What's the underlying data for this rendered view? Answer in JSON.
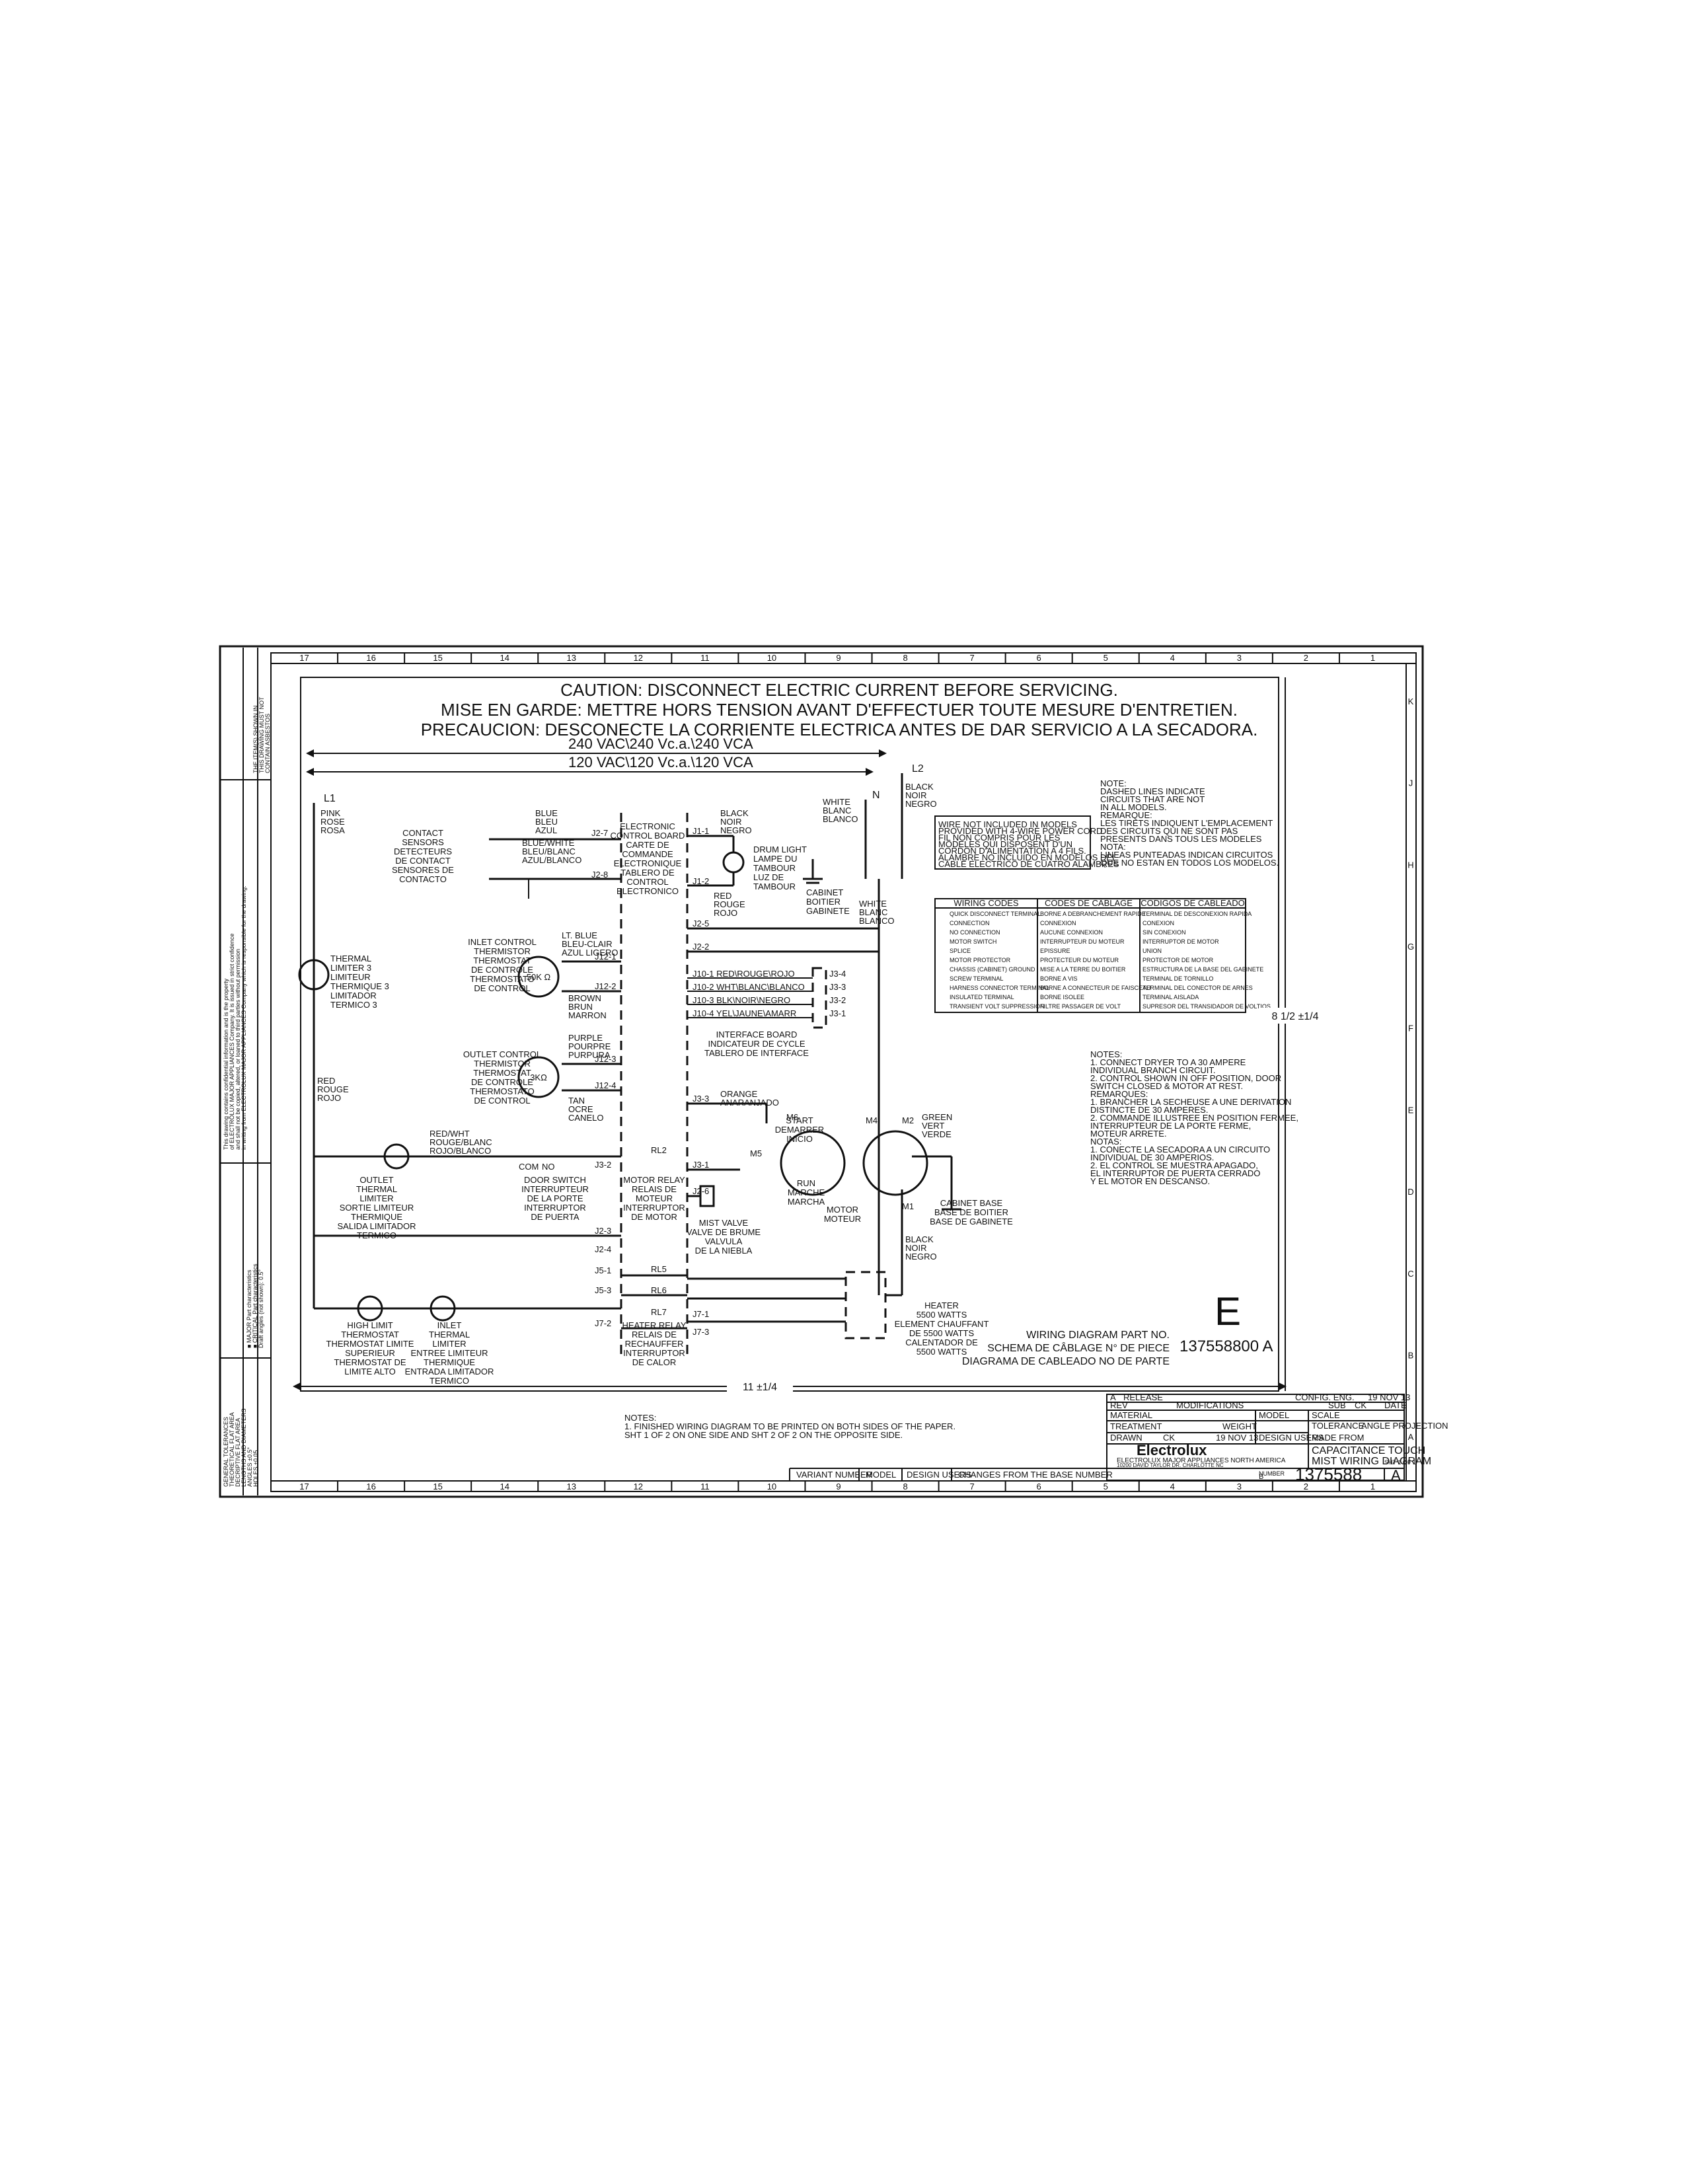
{
  "frame": {
    "top_zones": [
      "17",
      "16",
      "15",
      "14",
      "13",
      "12",
      "11",
      "10",
      "9",
      "8",
      "7",
      "6",
      "5",
      "4",
      "3",
      "2",
      "1"
    ],
    "side_zones": [
      "K",
      "J",
      "H",
      "G",
      "F",
      "E",
      "D",
      "C",
      "B",
      "A"
    ]
  },
  "caution": {
    "en": "CAUTION: DISCONNECT ELECTRIC CURRENT BEFORE SERVICING.",
    "fr": "MISE EN GARDE: METTRE HORS TENSION AVANT D'EFFECTUER TOUTE MESURE D'ENTRETIEN.",
    "es": "PRECAUCION: DESCONECTE LA CORRIENTE ELECTRICA ANTES DE DAR SERVICIO A LA SECADORA."
  },
  "voltage": {
    "v240": "240 VAC\\240 Vc.a.\\240 VCA",
    "v120": "120 VAC\\120 Vc.a.\\120 VCA"
  },
  "lines": {
    "l1": "L1",
    "l2": "L2",
    "n": "N"
  },
  "wire_colors": {
    "l1": [
      "PINK",
      "ROSE",
      "ROSA"
    ],
    "l2": [
      "BLACK",
      "NOIR",
      "NEGRO"
    ],
    "n": [
      "WHITE",
      "BLANC",
      "BLANCO"
    ],
    "n2": [
      "WHITE",
      "BLANC",
      "BLANCO"
    ],
    "red": [
      "RED",
      "ROUGE",
      "ROJO"
    ],
    "black_j1": [
      "BLACK",
      "NOIR",
      "NEGRO"
    ],
    "red_j1": [
      "RED",
      "ROUGE",
      "ROJO"
    ],
    "blue": [
      "BLUE",
      "BLEU",
      "AZUL"
    ],
    "bluewhite": [
      "BLUE/WHITE",
      "BLEU/BLANC",
      "AZUL/BLANCO"
    ],
    "ltblue": [
      "LT. BLUE",
      "BLEU-CLAIR",
      "AZUL LIGERO"
    ],
    "brown": [
      "BROWN",
      "BRUN",
      "MARRON"
    ],
    "purple": [
      "PURPLE",
      "POURPRE",
      "PURPURA"
    ],
    "tan": [
      "TAN",
      "OCRE",
      "CANELO"
    ],
    "orange": [
      "ORANGE",
      "ANARANJADO"
    ],
    "redwht": [
      "RED/WHT",
      "ROUGE/BLANC",
      "ROJO/BLANCO"
    ],
    "green": [
      "GREEN",
      "VERT",
      "VERDE"
    ],
    "black_m1": [
      "BLACK",
      "NOIR",
      "NEGRO"
    ]
  },
  "components": {
    "contact_sensors": [
      "CONTACT",
      "SENSORS",
      "DETECTEURS",
      "DE CONTACT",
      "SENSORES DE",
      "CONTACTO"
    ],
    "control_board": [
      "ELECTRONIC",
      "CONTROL BOARD",
      "CARTE DE",
      "COMMANDE",
      "ELECTRONIQUE",
      "TABLERO DE",
      "CONTROL",
      "ELECTRONICO"
    ],
    "drum_light": [
      "DRUM LIGHT",
      "LAMPE DU",
      "TAMBOUR",
      "LUZ DE",
      "TAMBOUR"
    ],
    "cabinet": [
      "CABINET",
      "BOITIER",
      "GABINETE"
    ],
    "thermal_limiter": [
      "THERMAL",
      "LIMITER 3",
      "LIMITEUR",
      "THERMIQUE 3",
      "LIMITADOR",
      "TERMICO 3"
    ],
    "inlet_thermistor": [
      "INLET CONTROL",
      "THERMISTOR",
      "THERMOSTAT",
      "DE CONTROLE",
      "THERMOSTATO",
      "DE CONTROL"
    ],
    "outlet_thermistor": [
      "OUTLET CONTROL",
      "THERMISTOR",
      "THERMOSTAT",
      "DE CONTROLE",
      "THERMOSTATO",
      "DE CONTROL"
    ],
    "r50k": "50K Ω",
    "r3k": "3KΩ",
    "interface_board": [
      "INTERFACE BOARD",
      "INDICATEUR DE CYCLE",
      "TABLERO DE INTERFACE"
    ],
    "outlet_limiter": [
      "OUTLET",
      "THERMAL",
      "LIMITER",
      "SORTIE LIMITEUR",
      "THERMIQUE",
      "SALIDA LIMITADOR",
      "TERMICO"
    ],
    "door_switch": [
      "DOOR SWITCH",
      "INTERRUPTEUR",
      "DE LA PORTE",
      "INTERRUPTOR",
      "DE PUERTA"
    ],
    "motor_relay": [
      "MOTOR RELAY",
      "RELAIS DE",
      "MOTEUR",
      "INTERRUPTOR",
      "DE MOTOR"
    ],
    "motor_start": [
      "START",
      "DEMARRER",
      "INICIO"
    ],
    "motor_run": [
      "RUN",
      "MARCHE",
      "MARCHA"
    ],
    "motor": [
      "MOTOR",
      "MOTEUR"
    ],
    "cabinet_base": [
      "CABINET BASE",
      "BASE DE BOITIER",
      "BASE DE GABINETE"
    ],
    "mist_valve": [
      "MIST VALVE",
      "VALVE DE BRUME",
      "VALVULA",
      "DE LA NIEBLA"
    ],
    "high_limit": [
      "HIGH LIMIT",
      "THERMOSTAT",
      "THERMOSTAT LIMITE",
      "SUPERIEUR",
      "THERMOSTAT DE",
      "LIMITE ALTO"
    ],
    "inlet_limiter": [
      "INLET",
      "THERMAL",
      "LIMITER",
      "ENTREE LIMITEUR",
      "THERMIQUE",
      "ENTRADA LIMITADOR",
      "TERMICO"
    ],
    "heater_relay": [
      "HEATER RELAY",
      "RELAIS DE",
      "RECHAUFFER",
      "INTERRUPTOR",
      "DE CALOR"
    ],
    "heater": [
      "HEATER",
      "5500 WATTS",
      "ELEMENT CHAUFFANT",
      "DE 5500 WATTS",
      "CALENTADOR DE",
      "5500 WATTS"
    ],
    "com": "COM",
    "no": "NO"
  },
  "connectors": {
    "j2_7": "J2-7",
    "j2_8": "J2-8",
    "j1_1": "J1-1",
    "j1_2": "J1-2",
    "j2_5": "J2-5",
    "j2_2": "J2-2",
    "j10_1": "J10-1 RED\\ROUGE\\ROJO",
    "j10_2": "J10-2 WHT\\BLANC\\BLANCO",
    "j10_3": "J10-3 BLK\\NOIR\\NEGRO",
    "j10_4": "J10-4 YEL\\JAUNE\\AMARR",
    "j3_4": "J3-4",
    "j3_3b": "J3-3",
    "j3_2b": "J3-2",
    "j3_1b": "J3-1",
    "j12_1": "J12-1",
    "j12_2": "J12-2",
    "j12_3": "J12-3",
    "j12_4": "J12-4",
    "j3_3": "J3-3",
    "j3_2": "J3-2",
    "j3_1": "J3-1",
    "j2_3": "J2-3",
    "j2_4": "J2-4",
    "j2_6": "J2-6",
    "j5_1": "J5-1",
    "j5_3": "J5-3",
    "j7_1": "J7-1",
    "j7_2": "J7-2",
    "j7_3": "J7-3",
    "rl2": "RL2",
    "rl5": "RL5",
    "rl6": "RL6",
    "rl7": "RL7",
    "m1": "M1",
    "m2": "M2",
    "m4": "M4",
    "m5": "M5",
    "m6": "M6"
  },
  "notes": {
    "four_wire": [
      "WIRE NOT INCLUDED IN MODELS",
      "PROVIDED WITH 4-WIRE POWER CORD.",
      "FIL NON COMPRIS POUR LES",
      "MODELES QUI DISPOSENT D'UN",
      "CORDON D'ALIMENTATION A 4 FILS.",
      "ALAMBRE NO INCLUIDO EN MODELOS DEL",
      "CABLE ELECTRICO DE CUATRO ALAMBRES"
    ],
    "dashed": [
      "NOTE:",
      "DASHED LINES INDICATE",
      "CIRCUITS THAT ARE NOT",
      "IN ALL MODELS.",
      "REMARQUE:",
      "LES TIRETS INDIQUENT L'EMPLACEMENT",
      "DES CIRCUITS QUI NE SONT PAS",
      "PRESENTS DANS TOUS LES MODELES",
      "NOTA:",
      "LINEAS PUNTEADAS INDICAN CIRCUITOS",
      "QUE NO ESTAN EN TODOS LOS MODELOS."
    ],
    "install": [
      "NOTES:",
      "1. CONNECT DRYER TO A 30 AMPERE",
      "INDIVIDUAL BRANCH CIRCUIT.",
      "2. CONTROL SHOWN IN OFF POSITION, DOOR",
      "SWITCH CLOSED & MOTOR AT REST.",
      "REMARQUES:",
      "1. BRANCHER LA SECHEUSE A UNE DERIVATION",
      "DISTINCTE DE 30 AMPERES.",
      "2. COMMANDE ILLUSTREE EN POSITION FERMEE,",
      "INTERRUPTEUR DE LA PORTE FERME,",
      "MOTEUR ARRETE.",
      "NOTAS:",
      "1. CONECTE LA SECADORA A UN CIRCUITO",
      "INDIVIDUAL DE 30 AMPERIOS.",
      "2. EL CONTROL SE MUESTRA APAGADO,",
      "EL INTERRUPTOR DE PUERTA CERRADO",
      "Y EL MOTOR EN DESCANSO."
    ],
    "print": [
      "NOTES:",
      "1. FINISHED WIRING DIAGRAM TO BE PRINTED ON BOTH SIDES OF THE PAPER.",
      "SHT 1 OF 2 ON ONE SIDE AND SHT 2 OF 2 ON THE OPPOSITE SIDE."
    ],
    "proprietary": [
      "This drawing contains confidential information and is the property",
      "of ELECTROLUX MAJOR APPLIANCES Company. It is issued in strict confidence",
      "and shall not be copied, altered, or loaned to third parties without permission",
      "in writing from ELECTROLUX MAJOR APPLIANCES Company which is responsible for the drawing."
    ],
    "characteristics": [
      "■ MAJOR   Part characteristics",
      "■ CRITICAL   Part characteristics",
      "Draft angles (not shown): 0.5°"
    ],
    "letter_e": "E"
  },
  "legend": {
    "headers": [
      "WIRING CODES",
      "CODES DE CÂBLAGE",
      "CODIGOS DE CABLEADO"
    ],
    "rows": [
      [
        "QUICK DISCONNECT TERMINAL",
        "BORNE A DEBRANCHEMENT RAPIDE",
        "TERMINAL DE DESCONEXION RAPIDA"
      ],
      [
        "CONNECTION",
        "CONNEXION",
        "CONEXION"
      ],
      [
        "NO CONNECTION",
        "AUCUNE CONNEXION",
        "SIN CONEXION"
      ],
      [
        "MOTOR SWITCH",
        "INTERRUPTEUR DU MOTEUR",
        "INTERRUPTOR DE MOTOR"
      ],
      [
        "SPLICE",
        "EPISSURE",
        "UNION"
      ],
      [
        "MOTOR PROTECTOR",
        "PROTECTEUR DU MOTEUR",
        "PROTECTOR DE MOTOR"
      ],
      [
        "CHASSIS (CABINET) GROUND",
        "MISE A LA TERRE DU BOITIER",
        "ESTRUCTURA DE LA BASE DEL GABINETE"
      ],
      [
        "SCREW TERMINAL",
        "BORNE A VIS",
        "TERMINAL DE TORNILLO"
      ],
      [
        "HARNESS CONNECTOR TERMINAL",
        "BORNE A CONNECTEUR DE FAISCEAU",
        "TERMINAL DEL CONECTOR DE ARNES"
      ],
      [
        "INSULATED TERMINAL",
        "BORNE ISOLEE",
        "TERMINAL AISLADA"
      ],
      [
        "TRANSIENT VOLT SUPPRESSION",
        "FILTRE PASSAGER DE VOLT",
        "SUPRESOR DEL TRANSIDADOR DE VOLTIOS"
      ]
    ]
  },
  "dimensions": {
    "width": "11 ±1/4",
    "height": "8 1/2 ±1/4"
  },
  "part_number": {
    "en": "WIRING DIAGRAM PART NO.",
    "fr": "SCHEMA DE CÂBLAGE N° DE PIECE",
    "es": "DIAGRAMA DE CABLEADO NO DE PARTE",
    "number": "137558800 A"
  },
  "title_block": {
    "rev_row": [
      "A",
      "RELEASE",
      "CONFIG. ENG.",
      "19 NOV 13"
    ],
    "headers": [
      "REV",
      "MODIFICATIONS",
      "SUB",
      "CK",
      "DATE"
    ],
    "material": "MATERIAL",
    "model": "MODEL",
    "treatment": "TREATMENT",
    "weight": "WEIGHT",
    "scale": "SCALE",
    "tolerance": "TOLERANCE",
    "projection": "ANGLE PROJECTION",
    "design_users": "DESIGN USERS",
    "made_from": "MADE FROM",
    "drawn": "DRAWN",
    "ck": "CK",
    "date_val": "19 NOV 13",
    "company": "Electrolux",
    "company_sub": [
      "ELECTROLUX MAJOR APPLIANCES NORTH AMERICA",
      "10200 DAVID TAYLOR DR. CHARLOTTE NC"
    ],
    "title": [
      "CAPACITANCE TOUCH",
      "MIST WIRING DIAGRAM"
    ],
    "sheet": "SHT 1 OF 1",
    "number_label": "NUMBER",
    "number": "1375588",
    "rev": "A",
    "size": "B",
    "bottom_cells": [
      "VARIANT NUMBER",
      "MODEL",
      "DESIGN USERS",
      "CHANGES FROM THE BASE NUMBER"
    ]
  },
  "left_tolerance": [
    "GENERAL TOLERANCES",
    "THEORETICAL FLAT AREA",
    "DECRIPTIVE FLAT AREA",
    "LENGTHS AND DIAMETERS",
    "ANGLES ±0.5°",
    "HOLES ±0.05"
  ],
  "left_note": [
    "THE ITEM(S) SHOWN IN",
    "THIS DRAWING MUST NOT",
    "CONTAIN ASBESTOS"
  ]
}
